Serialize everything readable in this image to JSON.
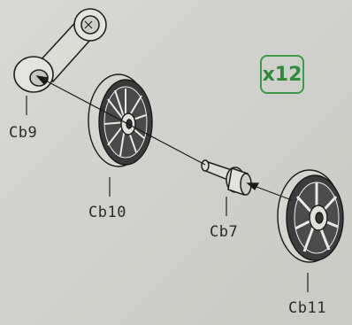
{
  "quantity": "x12",
  "labels": {
    "cb9": "Cb9",
    "cb10": "Cb10",
    "cb7": "Cb7",
    "cb11": "Cb11"
  },
  "colors": {
    "line": "#222222",
    "badge": "#2f8a3c"
  }
}
